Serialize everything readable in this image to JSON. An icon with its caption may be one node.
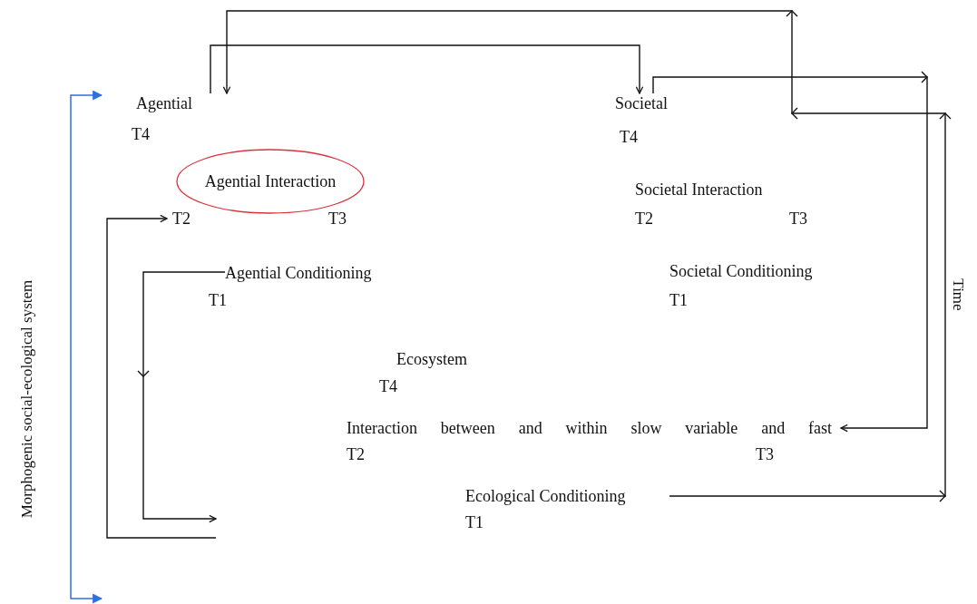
{
  "diagram": {
    "nodes": [
      {
        "text": [
          "Agential"
        ]
      },
      {
        "text": [
          "Societal"
        ]
      },
      {
        "text": [
          "Agential Interaction"
        ]
      },
      {
        "text": [
          "Societal Interaction"
        ]
      },
      {
        "text": [
          "T2"
        ]
      },
      {
        "text": [
          "Agential Conditioning"
        ]
      },
      {
        "text": [
          "Societal Conditioning"
        ]
      },
      {
        "text": [
          "Ecosystem"
        ]
      },
      {
        "text": [
          "Interaction between and within slow variable and fast"
        ]
      },
      {
        "text": [
          "Ecological Conditioning"
        ]
      }
    ],
    "edges": [
      {
        "from": 0,
        "to": 1,
        "arrow": "to"
      },
      {
        "from": 1,
        "to": 8,
        "arrow": "to"
      },
      {
        "from": 9,
        "to": 0,
        "arrow": "to"
      },
      {
        "from": null,
        "to": 4,
        "arrow": "to"
      },
      {
        "from": 5,
        "to": null,
        "arrow": "to"
      }
    ],
    "labels": [
      "T4",
      "T4",
      "T3",
      "T2",
      "T3",
      "T1",
      "T1",
      "T4",
      "T2",
      "T3",
      "T1",
      "Morphogenic social-ecological system",
      "Time"
    ]
  }
}
